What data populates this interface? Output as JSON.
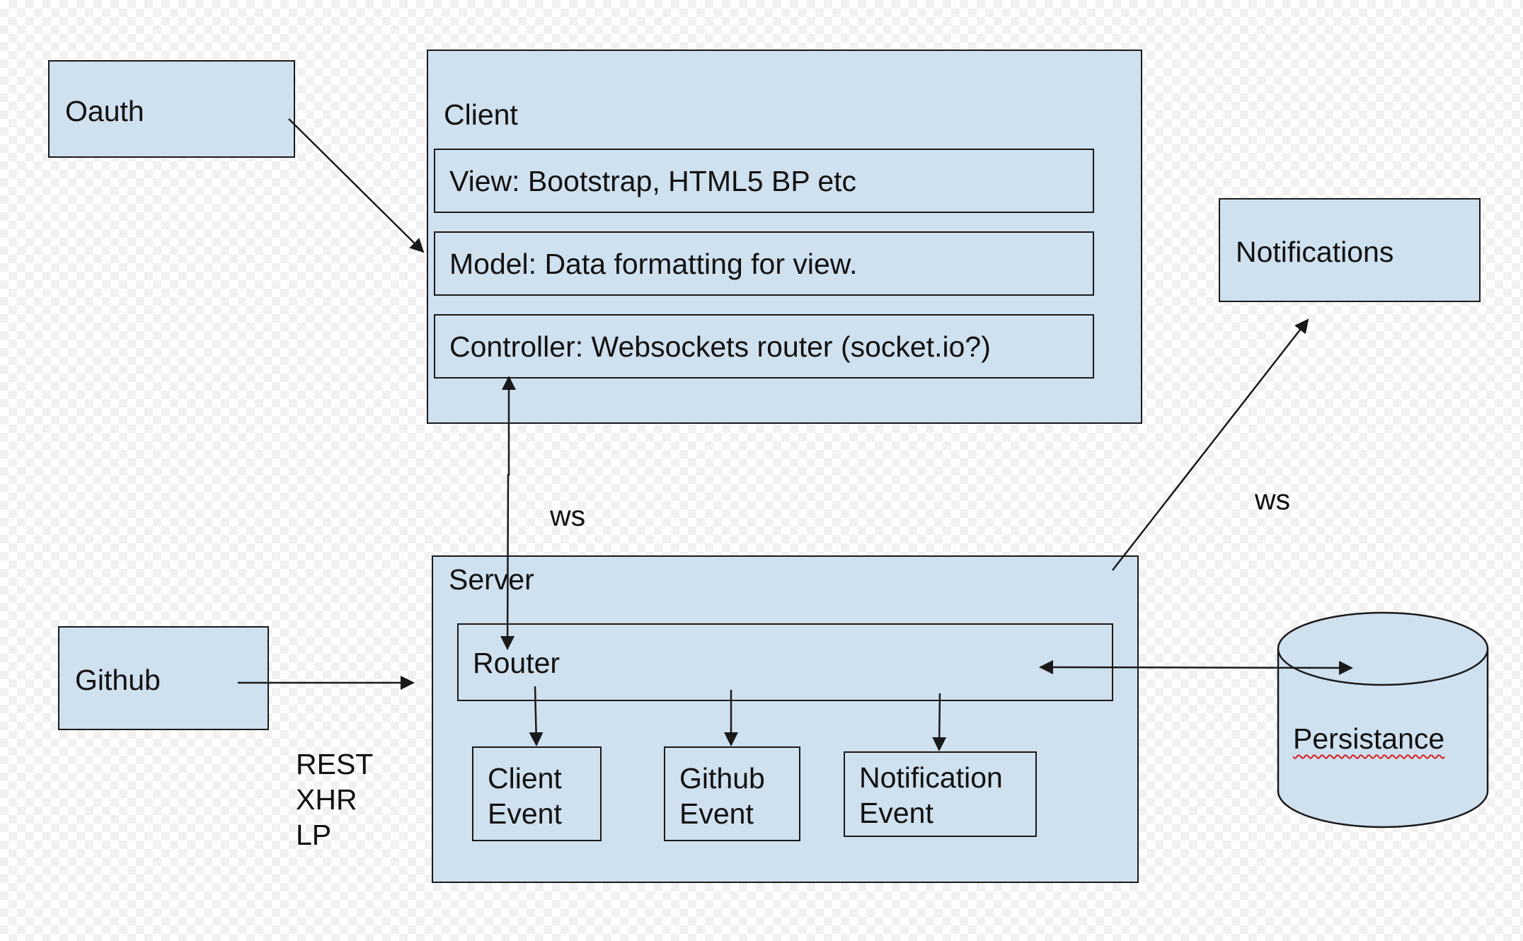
{
  "nodes": {
    "oauth": "Oauth",
    "client": "Client",
    "view": "View: Bootstrap, HTML5 BP etc",
    "model": "Model: Data formatting for view.",
    "controller": "Controller: Websockets router (socket.io?)",
    "notifications": "Notifications",
    "server": "Server",
    "router": "Router",
    "github": "Github",
    "client_event": "Client\nEvent",
    "github_event": "Github\nEvent",
    "notification_event": "Notification\nEvent",
    "persistance": "Persistance"
  },
  "edge_labels": {
    "ws_client_server": "ws",
    "ws_server_notifications": "ws",
    "github_protocols": "REST\nXHR\nLP"
  },
  "colors": {
    "box_fill": "#cfe0ef",
    "stroke": "#1a1a1a",
    "spellcheck_underline": "#d42020"
  }
}
